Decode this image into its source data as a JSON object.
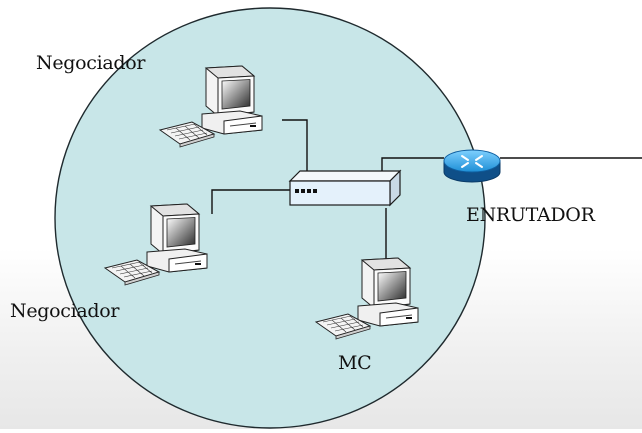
{
  "diagram": {
    "nodes": [
      {
        "id": "pc-top",
        "label": "Negociador",
        "icon": "computer-icon"
      },
      {
        "id": "pc-left",
        "label": "Negociador",
        "icon": "computer-icon"
      },
      {
        "id": "pc-bottom",
        "label": "MC",
        "icon": "computer-icon"
      },
      {
        "id": "hub",
        "label": "",
        "icon": "switch-icon"
      },
      {
        "id": "router",
        "label": "ENRUTADOR",
        "icon": "router-icon"
      }
    ],
    "edges": [
      [
        "pc-top",
        "hub"
      ],
      [
        "pc-left",
        "hub"
      ],
      [
        "pc-bottom",
        "hub"
      ],
      [
        "hub",
        "router"
      ],
      [
        "router",
        "external"
      ]
    ]
  },
  "colors": {
    "network_area_fill": "#c8e6e8",
    "network_area_stroke": "#1f2a2e",
    "router_blue": "#1e8fd6",
    "switch_fill": "#e4f1fb"
  }
}
